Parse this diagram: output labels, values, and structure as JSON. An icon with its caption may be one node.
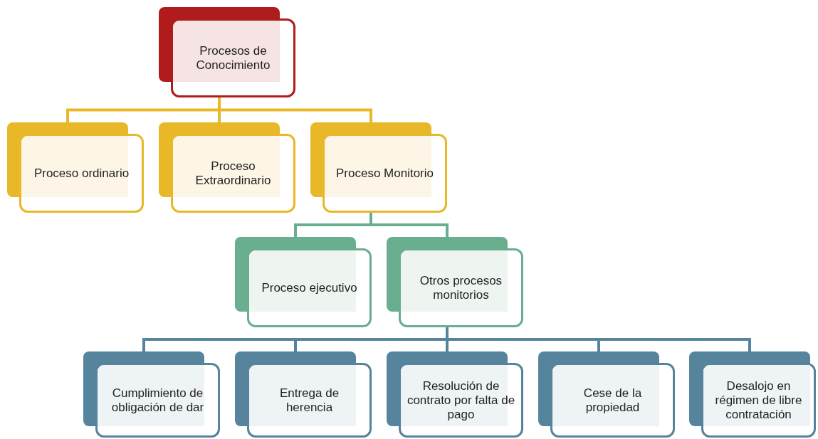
{
  "diagram": {
    "nodes": [
      {
        "text": [
          "Procesos de Conocimiento"
        ]
      },
      {
        "text": [
          "Proceso ordinario"
        ]
      },
      {
        "text": [
          "Proceso Extraordinario"
        ]
      },
      {
        "text": [
          "Proceso Monitorio"
        ]
      },
      {
        "text": [
          "Proceso ejecutivo"
        ]
      },
      {
        "text": [
          "Otros procesos monitorios"
        ]
      },
      {
        "text": [
          "Cumplimiento de obligación de dar"
        ]
      },
      {
        "text": [
          "Entrega de herencia"
        ]
      },
      {
        "text": [
          "Resolución de contrato por falta de pago"
        ]
      },
      {
        "text": [
          "Cese de la propiedad"
        ]
      },
      {
        "text": [
          "Desalojo en régimen de libre contratación"
        ]
      }
    ],
    "edges": [
      {
        "from": 0,
        "to": 1,
        "arrow": "none",
        "color": "#e8b828"
      },
      {
        "from": 0,
        "to": 2,
        "arrow": "none",
        "color": "#e8b828"
      },
      {
        "from": 0,
        "to": 3,
        "arrow": "none",
        "color": "#e8b828"
      },
      {
        "from": 3,
        "to": 4,
        "arrow": "none",
        "color": "#6aae90"
      },
      {
        "from": 3,
        "to": 5,
        "arrow": "none",
        "color": "#6aae90"
      },
      {
        "from": 5,
        "to": 6,
        "arrow": "none"
      },
      {
        "from": 5,
        "to": 7,
        "arrow": "none"
      },
      {
        "from": 5,
        "to": 8,
        "arrow": "none"
      },
      {
        "from": 5,
        "to": 9,
        "arrow": "none"
      },
      {
        "from": 5,
        "to": 10,
        "arrow": "none"
      }
    ]
  }
}
